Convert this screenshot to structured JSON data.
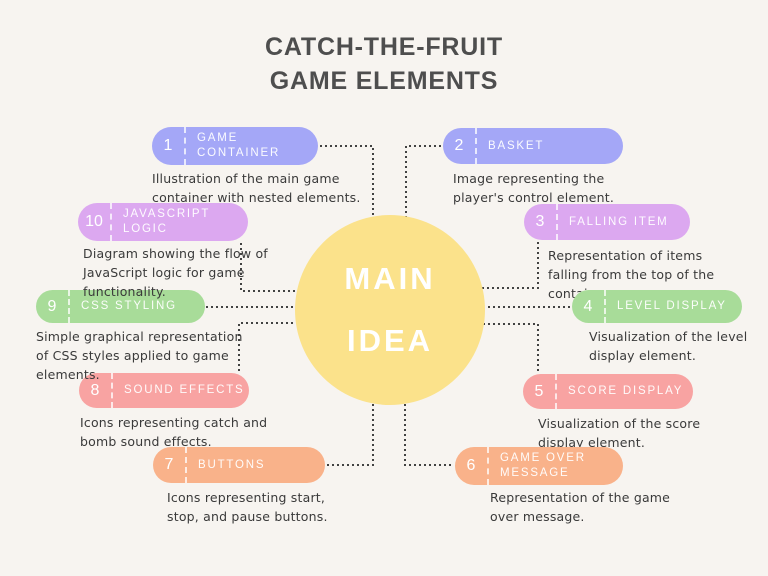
{
  "title": "CATCH-THE-FRUIT\nGAME ELEMENTS",
  "center": {
    "label": "MAIN\nIDEA",
    "color": "#fbe28b"
  },
  "colors": {
    "background": "#f7f4f0",
    "title_text": "#4e4e4e",
    "connector": "#424242",
    "description_text": "#3a3a3a",
    "periwinkle": "#a4a7f7",
    "lavender": "#dca8f0",
    "green": "#a8dc99",
    "salmon": "#f8a3a2",
    "peach": "#f9b28a"
  },
  "nodes": [
    {
      "number": "1",
      "label": "GAME\nCONTAINER",
      "description": "Illustration of the main game container with nested elements.",
      "color": "#a4a7f7"
    },
    {
      "number": "2",
      "label": "BASKET",
      "description": "Image representing the player's control element.",
      "color": "#a4a7f7"
    },
    {
      "number": "3",
      "label": "FALLING ITEM",
      "description": "Representation of items falling from the top of the container.",
      "color": "#dca8f0"
    },
    {
      "number": "4",
      "label": "LEVEL DISPLAY",
      "description": "Visualization of the level display element.",
      "color": "#a8dc99"
    },
    {
      "number": "5",
      "label": "SCORE DISPLAY",
      "description": "Visualization of the score display element.",
      "color": "#f8a3a2"
    },
    {
      "number": "6",
      "label": "GAME OVER\nMESSAGE",
      "description": "Representation of the game over message.",
      "color": "#f9b28a"
    },
    {
      "number": "7",
      "label": "BUTTONS",
      "description": "Icons representing start, stop, and pause buttons.",
      "color": "#f9b28a"
    },
    {
      "number": "8",
      "label": "SOUND EFFECTS",
      "description": "Icons representing catch and bomb sound effects.",
      "color": "#f8a3a2"
    },
    {
      "number": "9",
      "label": "CSS STYLING",
      "description": "Simple graphical representation of CSS styles applied to game elements.",
      "color": "#a8dc99"
    },
    {
      "number": "10",
      "label": "JAVASCRIPT\nLOGIC",
      "description": "Diagram showing the flow of JavaScript logic for game functionality.",
      "color": "#dca8f0"
    }
  ]
}
